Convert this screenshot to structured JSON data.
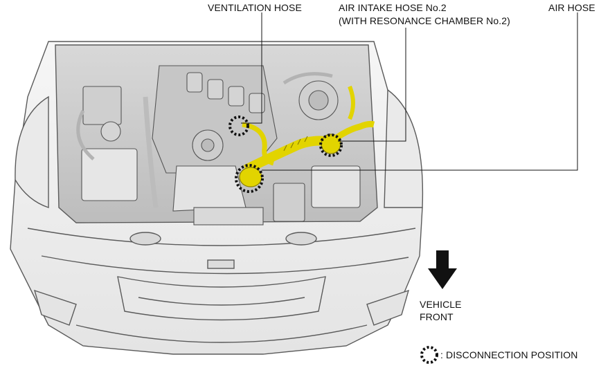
{
  "labels": {
    "ventilation_hose": "VENTILATION HOSE",
    "air_intake_line1": "AIR INTAKE HOSE No.2",
    "air_intake_line2": "(WITH RESONANCE CHAMBER No.2)",
    "air_hose": "AIR HOSE"
  },
  "direction": {
    "line1": "VEHICLE",
    "line2": "FRONT"
  },
  "legend": {
    "text": ": DISCONNECTION POSITION",
    "symbol": "dotted-circle-icon"
  },
  "colors": {
    "highlight": "#e2d400",
    "highlight_dark": "#8a8000",
    "body": "#f1f1f1",
    "outline": "#5a5a5a",
    "engine": "#c9c9c9"
  }
}
